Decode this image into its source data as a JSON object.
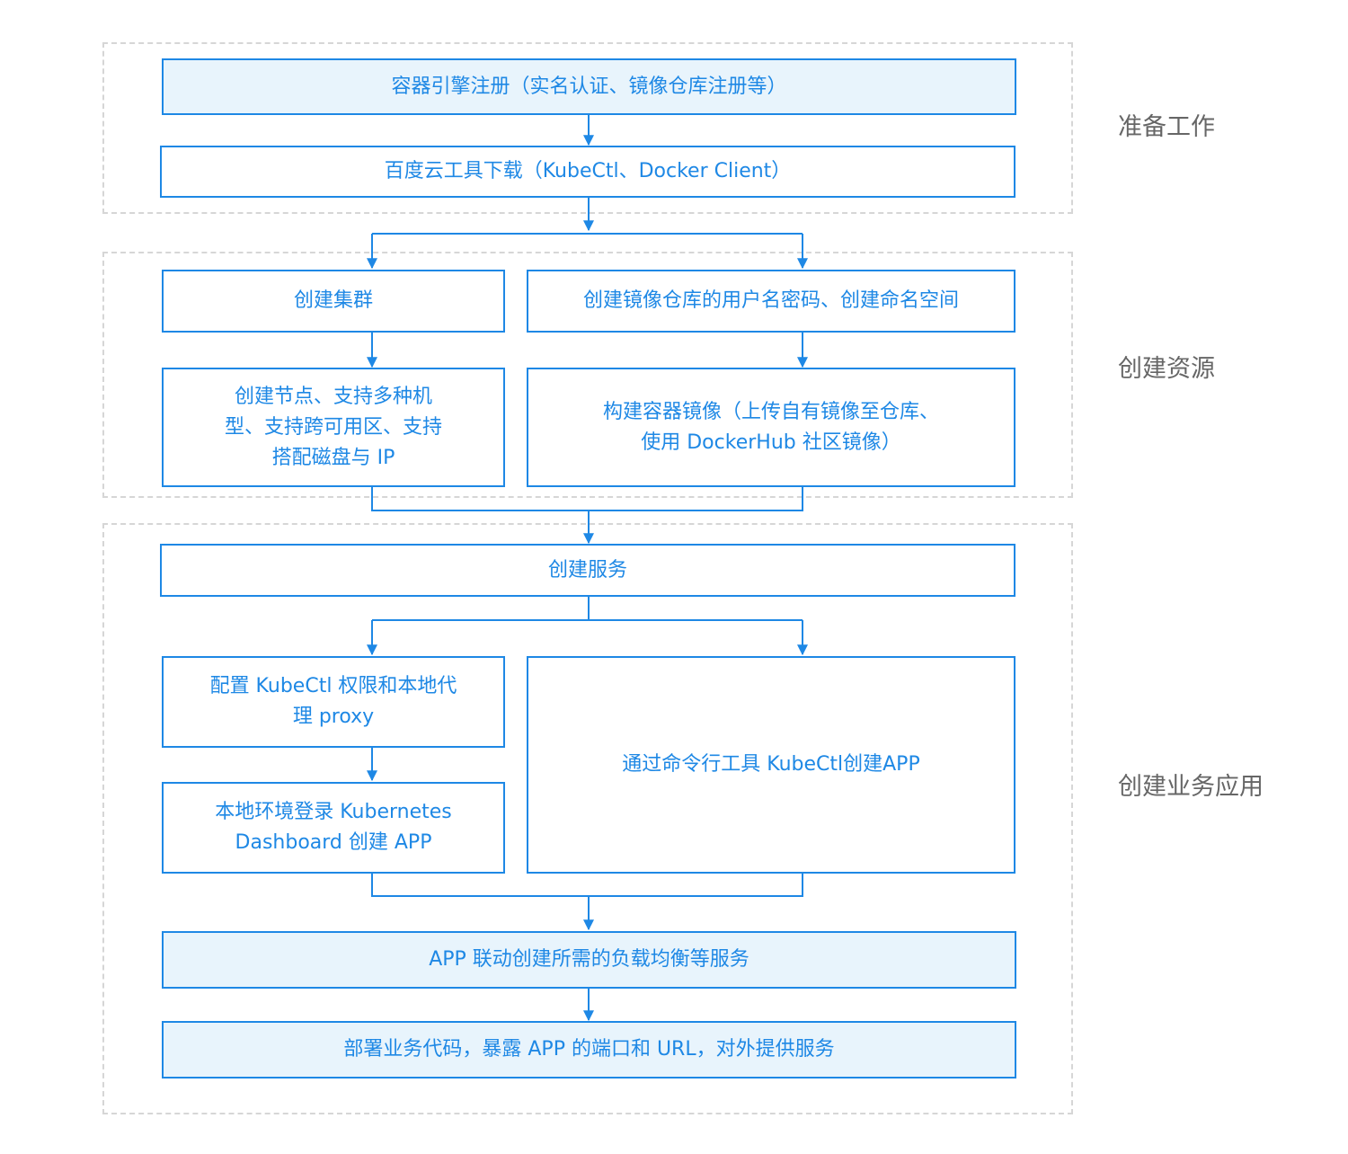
{
  "stages": {
    "prepare": "准备工作",
    "resources": "创建资源",
    "apps": "创建业务应用"
  },
  "steps": {
    "register": "容器引擎注册（实名认证、镜像仓库注册等）",
    "download": "百度云工具下载（KubeCtl、Docker Client）",
    "create_cluster": "创建集群",
    "create_registry_user": "创建镜像仓库的用户名密码、创建命名空间",
    "create_nodes": "创建节点、支持多种机\n型、支持跨可用区、支持\n搭配磁盘与 IP",
    "build_image": "构建容器镜像（上传自有镜像至仓库、\n使用 DockerHub 社区镜像）",
    "create_service": "创建服务",
    "config_kubectl": "配置 KubeCtl 权限和本地代\n理 proxy",
    "dashboard_login": "本地环境登录 Kubernetes\nDashboard 创建 APP",
    "cli_create_app": "通过命令行工具 KubeCtl创建APP",
    "app_linked_services": "APP 联动创建所需的负载均衡等服务",
    "deploy_code": "部署业务代码，暴露 APP 的端口和 URL，对外提供服务"
  },
  "colors": {
    "accent": "#1e88e5",
    "box_fill": "#e8f4fc",
    "group_border": "#d6d6d6",
    "stage_text": "#666666"
  }
}
